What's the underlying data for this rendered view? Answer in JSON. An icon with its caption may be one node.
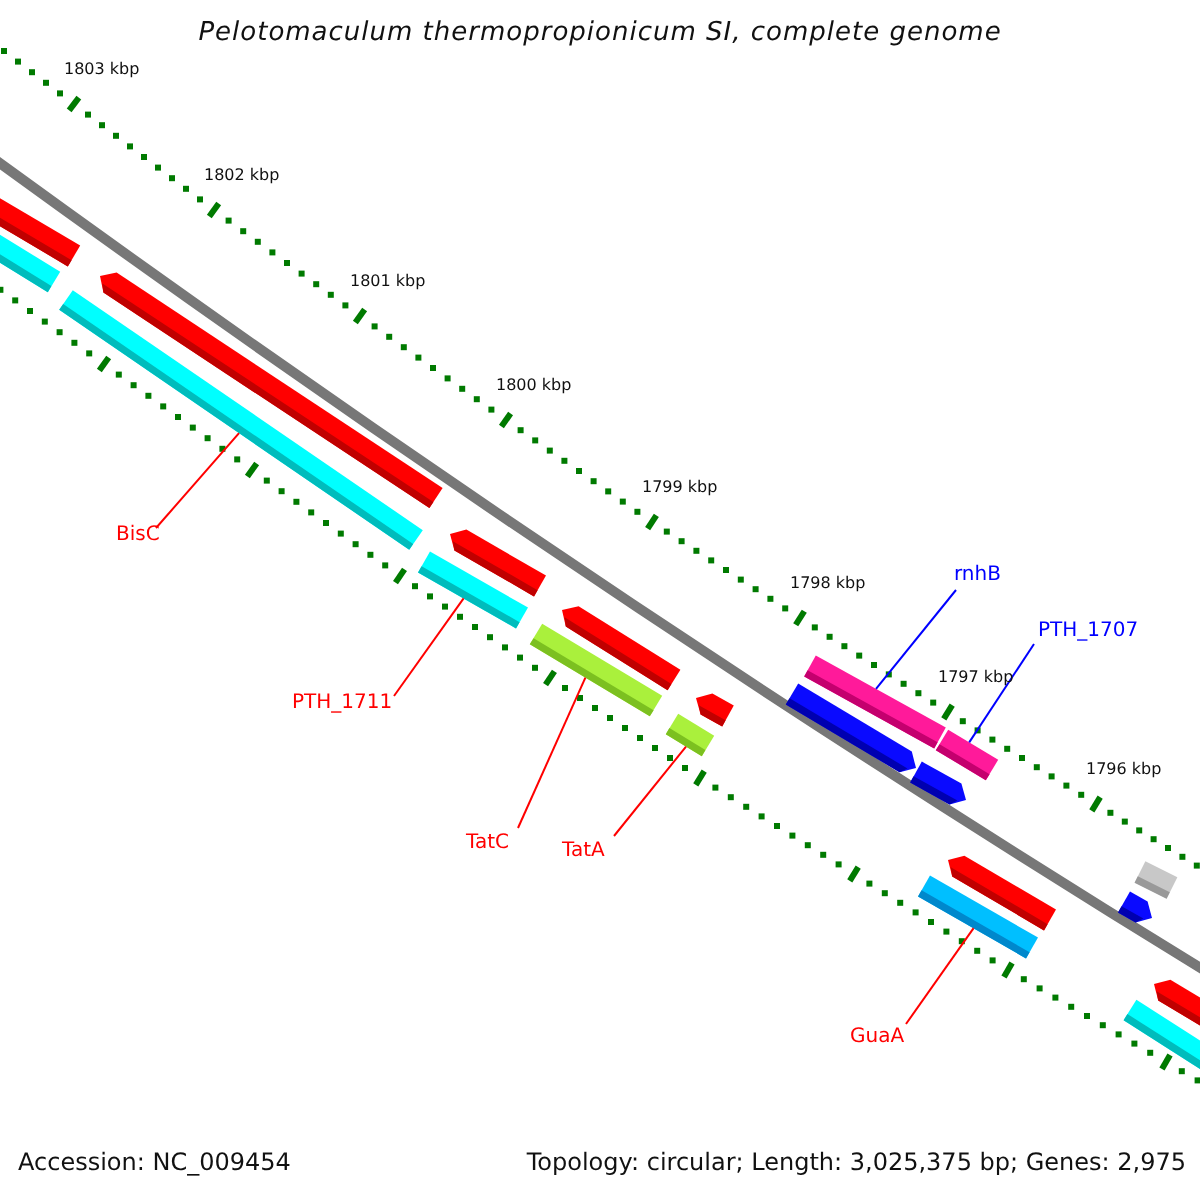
{
  "diagram": {
    "title": "Pelotomaculum thermopropionicum SI, complete genome",
    "nodes": [
      {
        "text": [],
        "shape": "arrow"
      },
      {
        "text": [],
        "shape": "bar"
      },
      {
        "text": [],
        "shape": "bar"
      },
      {
        "text": [],
        "shape": "arrow"
      },
      {
        "text": [],
        "shape": "bar"
      },
      {
        "text": [],
        "shape": "arrow"
      },
      {
        "text": [],
        "shape": "bar"
      },
      {
        "text": [],
        "shape": "arrow"
      },
      {
        "text": [],
        "shape": "bar"
      },
      {
        "text": [],
        "shape": "arrow"
      },
      {
        "text": [],
        "shape": "arrow"
      },
      {
        "text": [],
        "shape": "bar"
      },
      {
        "text": [],
        "shape": "arrow"
      },
      {
        "text": [],
        "shape": "bar"
      },
      {
        "text": [],
        "shape": "bar"
      },
      {
        "text": [],
        "shape": "arrow"
      },
      {
        "text": [],
        "shape": "arrow"
      },
      {
        "text": [],
        "shape": "bar"
      },
      {
        "text": [],
        "shape": "bar"
      },
      {
        "text": [],
        "shape": "arrow"
      },
      {
        "text": [
          "BisC"
        ]
      },
      {
        "text": [
          "PTH_1711"
        ]
      },
      {
        "text": [
          "TatC"
        ]
      },
      {
        "text": [
          "TatA"
        ]
      },
      {
        "text": [
          "rnhB"
        ]
      },
      {
        "text": [
          "PTH_1707"
        ]
      },
      {
        "text": [
          "GuaA"
        ]
      }
    ],
    "edges": [
      {
        "from": 20,
        "to": 2,
        "arrow": "none"
      },
      {
        "from": 21,
        "to": 4,
        "arrow": "none"
      },
      {
        "from": 22,
        "to": 6,
        "arrow": "none"
      },
      {
        "from": 23,
        "to": 8,
        "arrow": "none"
      },
      {
        "from": 24,
        "to": 11,
        "arrow": "none",
        "color": "#0000ff"
      },
      {
        "from": 25,
        "to": 14,
        "arrow": "none",
        "color": "#0000ff"
      },
      {
        "from": 26,
        "to": 13,
        "arrow": "none"
      }
    ],
    "labels": [
      "1803 kbp",
      "1802 kbp",
      "1801 kbp",
      "1800 kbp",
      "1799 kbp",
      "1798 kbp",
      "1797 kbp",
      "1796 kbp",
      "Accession: NC_009454",
      "Topology: circular; Length: 3,025,375 bp; Genes: 2,975"
    ]
  }
}
